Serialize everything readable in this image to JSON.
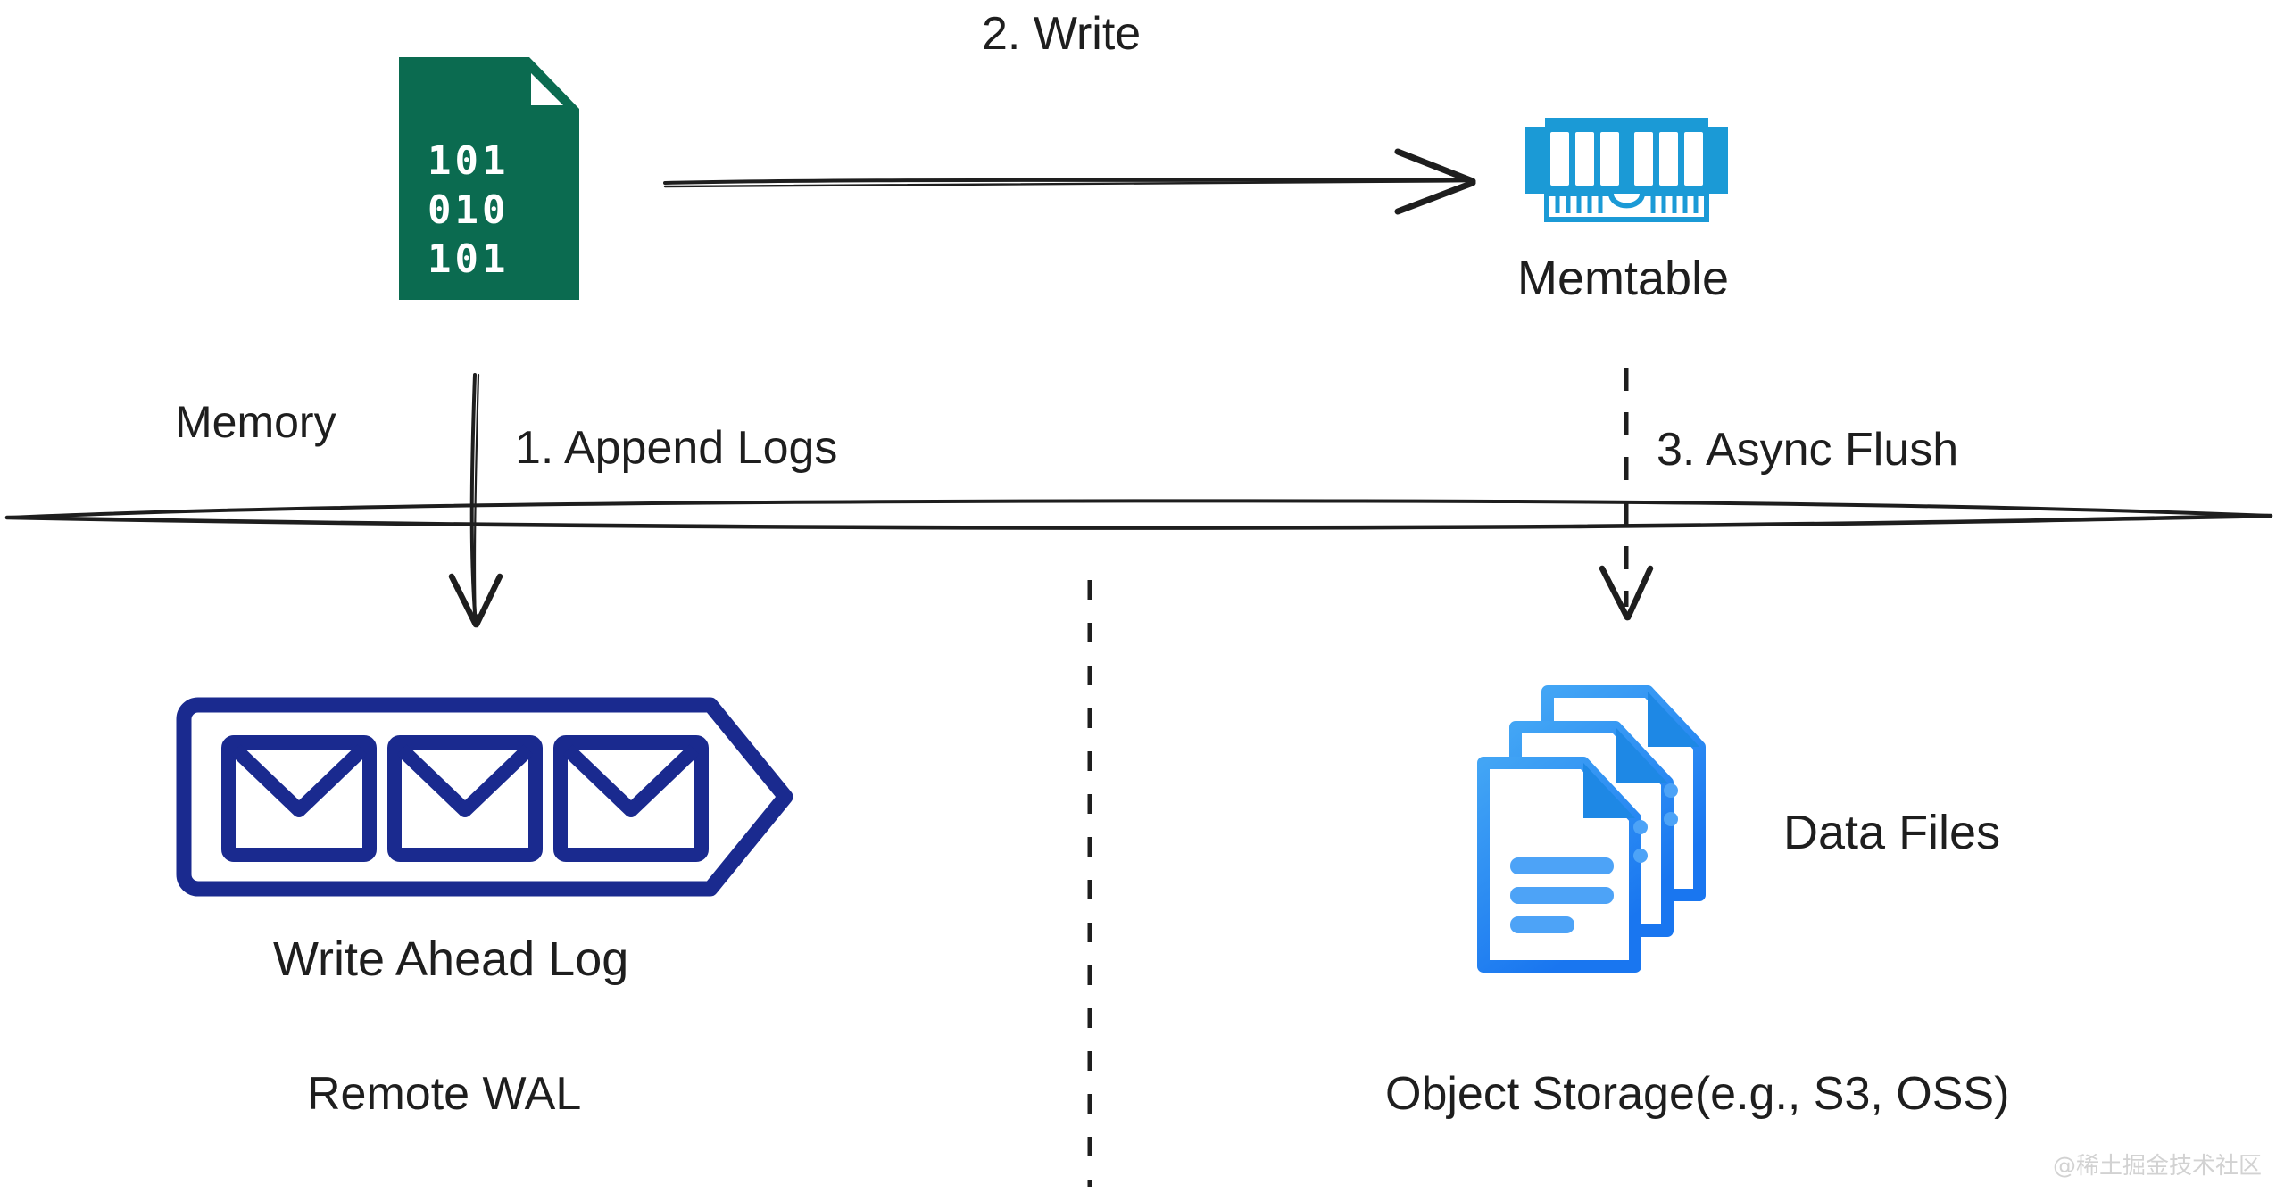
{
  "diagram": {
    "title": "LSM write path with remote WAL and object storage",
    "colors": {
      "file_icon_green": "#0b6b50",
      "memtable_blue": "#1b9ad6",
      "wal_navy": "#1a2a8f",
      "datafile_blue": "#2196f3",
      "stroke_black": "#1e1e1e",
      "watermark_gray": "#d2d2d2"
    },
    "steps": [
      {
        "id": "step1",
        "label": "1. Append Logs"
      },
      {
        "id": "step2",
        "label": "2. Write"
      },
      {
        "id": "step3",
        "label": "3. Async Flush"
      }
    ],
    "regions": [
      {
        "id": "memory",
        "label": "Memory"
      },
      {
        "id": "remote-wal",
        "label": "Remote WAL"
      },
      {
        "id": "object-storage",
        "label": "Object Storage(e.g., S3, OSS)"
      }
    ],
    "nodes": [
      {
        "id": "log-file",
        "label": "",
        "icon": "binary-file-icon",
        "binary_rows": [
          "101",
          "010",
          "101"
        ]
      },
      {
        "id": "memtable",
        "label": "Memtable",
        "icon": "memory-stick-icon"
      },
      {
        "id": "wal",
        "label": "Write Ahead Log",
        "icon": "envelopes-arrow-icon",
        "envelope_count": 3
      },
      {
        "id": "data-files",
        "label": "Data Files",
        "icon": "documents-stack-icon",
        "document_count": 3
      }
    ],
    "connectors": [
      {
        "id": "write-arrow",
        "from": "log-file",
        "to": "memtable",
        "style": "solid",
        "direction": "right"
      },
      {
        "id": "append-arrow",
        "from": "log-file",
        "to": "wal",
        "style": "solid",
        "direction": "down"
      },
      {
        "id": "flush-arrow",
        "from": "memtable",
        "to": "data-files",
        "style": "dashed",
        "direction": "down"
      },
      {
        "id": "memory-storage-divider",
        "style": "solid-double",
        "orientation": "horizontal"
      },
      {
        "id": "storage-split-divider",
        "style": "dashed",
        "orientation": "vertical"
      }
    ],
    "watermark": "@稀土掘金技术社区"
  }
}
